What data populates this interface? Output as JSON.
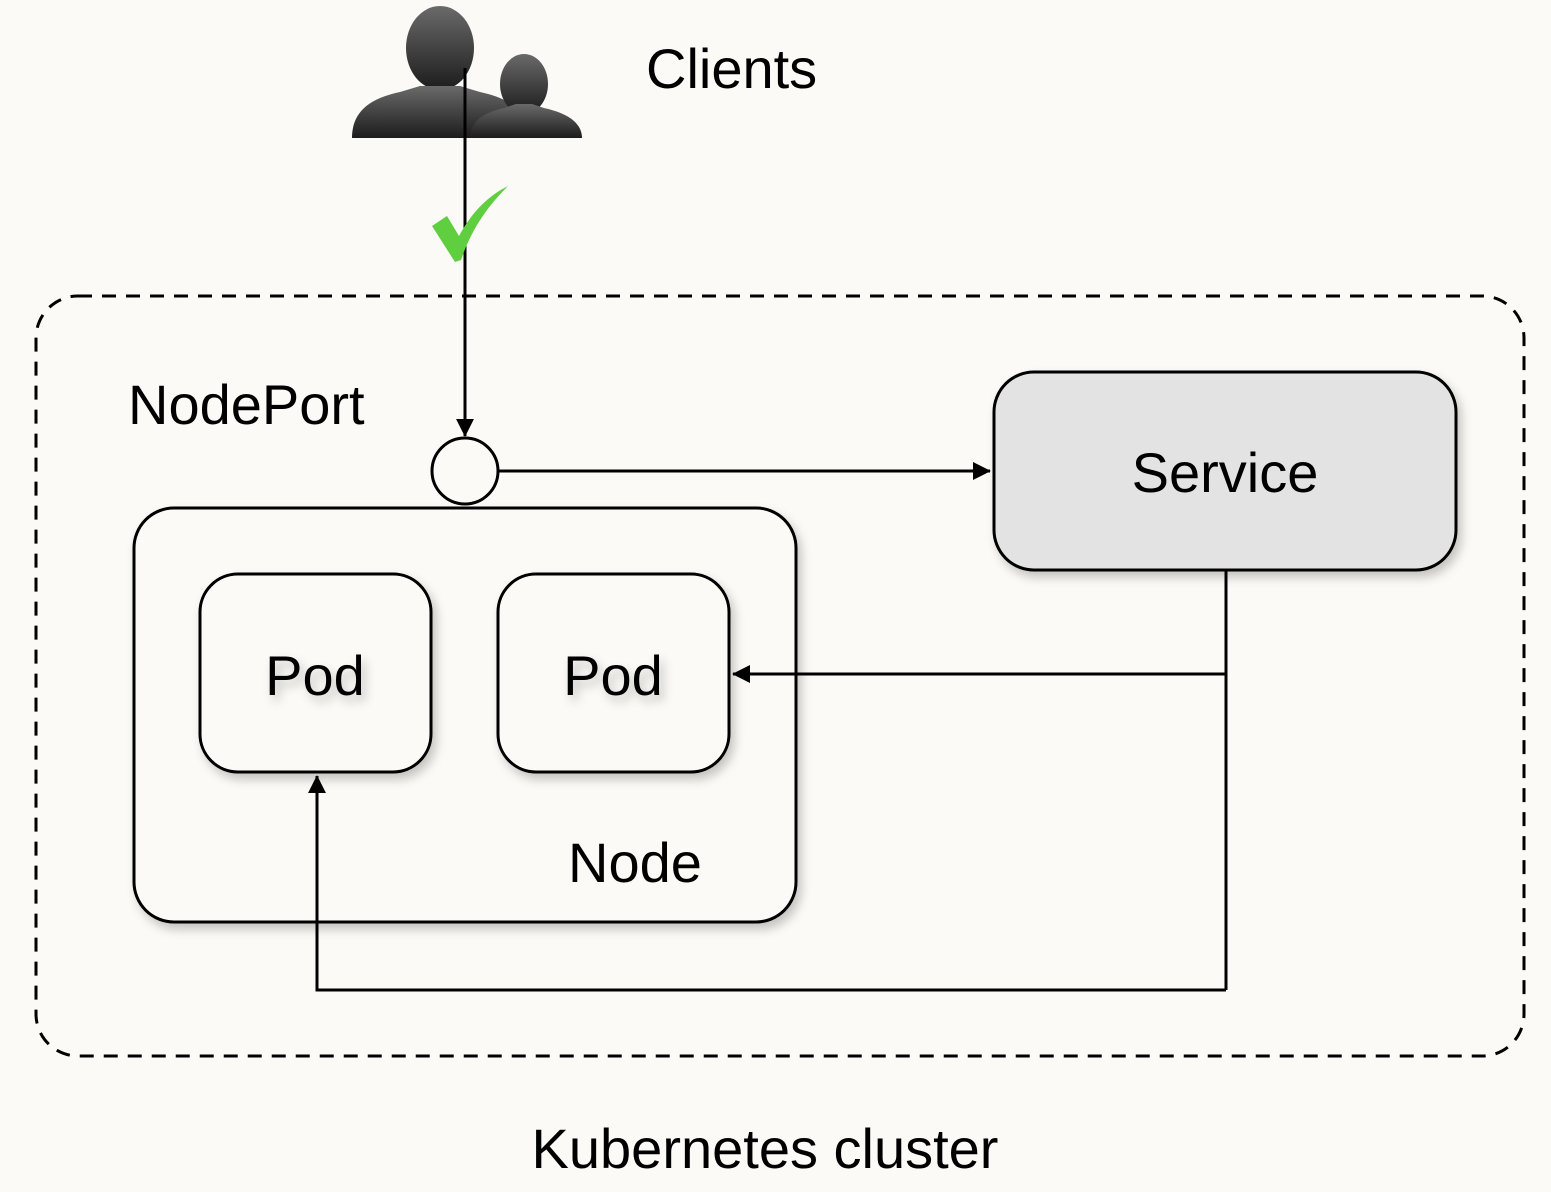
{
  "labels": {
    "clients": "Clients",
    "nodeport": "NodePort",
    "service": "Service",
    "pod_left": "Pod",
    "pod_right": "Pod",
    "node": "Node",
    "cluster": "Kubernetes cluster"
  },
  "icons": {
    "clients": "users-icon",
    "status": "checkmark-icon"
  },
  "colors": {
    "background": "#fbfaf6",
    "service_fill": "#e3e3e3",
    "checkmark": "#5fce3f",
    "icon_gray": "#3a3a3a"
  }
}
